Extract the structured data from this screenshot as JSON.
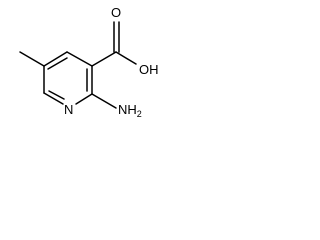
{
  "molecule": {
    "labels": {
      "hydroxyl": "OH",
      "carbonyl_oxygen": "O",
      "ring_nitrogen": "N",
      "amino": "NH",
      "amino_subscript": "2"
    }
  }
}
